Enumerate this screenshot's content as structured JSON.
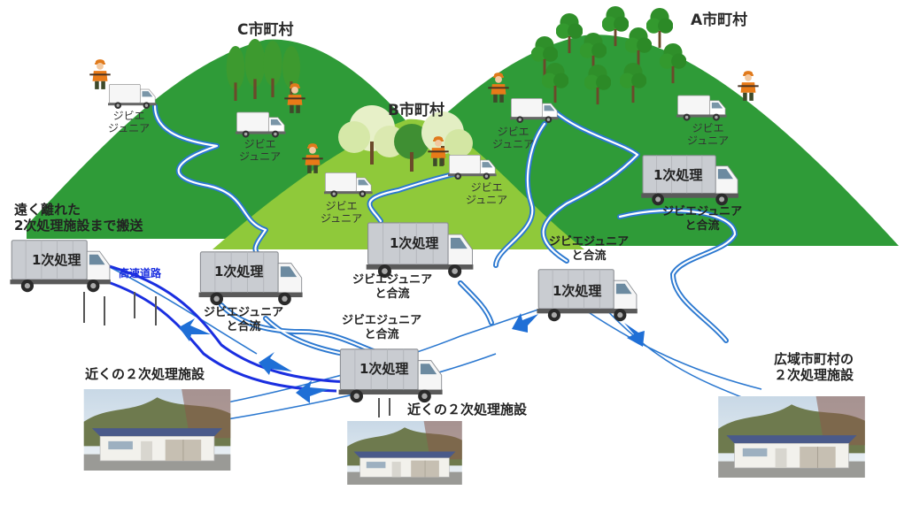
{
  "regions": {
    "a": "A市町村",
    "b": "B市町村",
    "c": "C市町村"
  },
  "vehicles": {
    "small_label": "ジビエ\nジュニア",
    "truck_label": "1次処理"
  },
  "merge_label": "ジビエジュニア\nと合流",
  "far_transport": "遠く離れた\n2次処理施設まで搬送",
  "highway": "高速道路",
  "facility_near": "近くの２次処理施設",
  "facility_wide": "広域市町村の\n２次処理施設",
  "colors": {
    "dark_hill": "#2f9b38",
    "light_hill": "#8fc93a",
    "road_blue": "#2b78d0",
    "highway_blue": "#1a2ee0",
    "arrow_blue": "#1f6fd6",
    "truck_box": "#c9ccd1",
    "cab_white": "#f6f6f6"
  }
}
